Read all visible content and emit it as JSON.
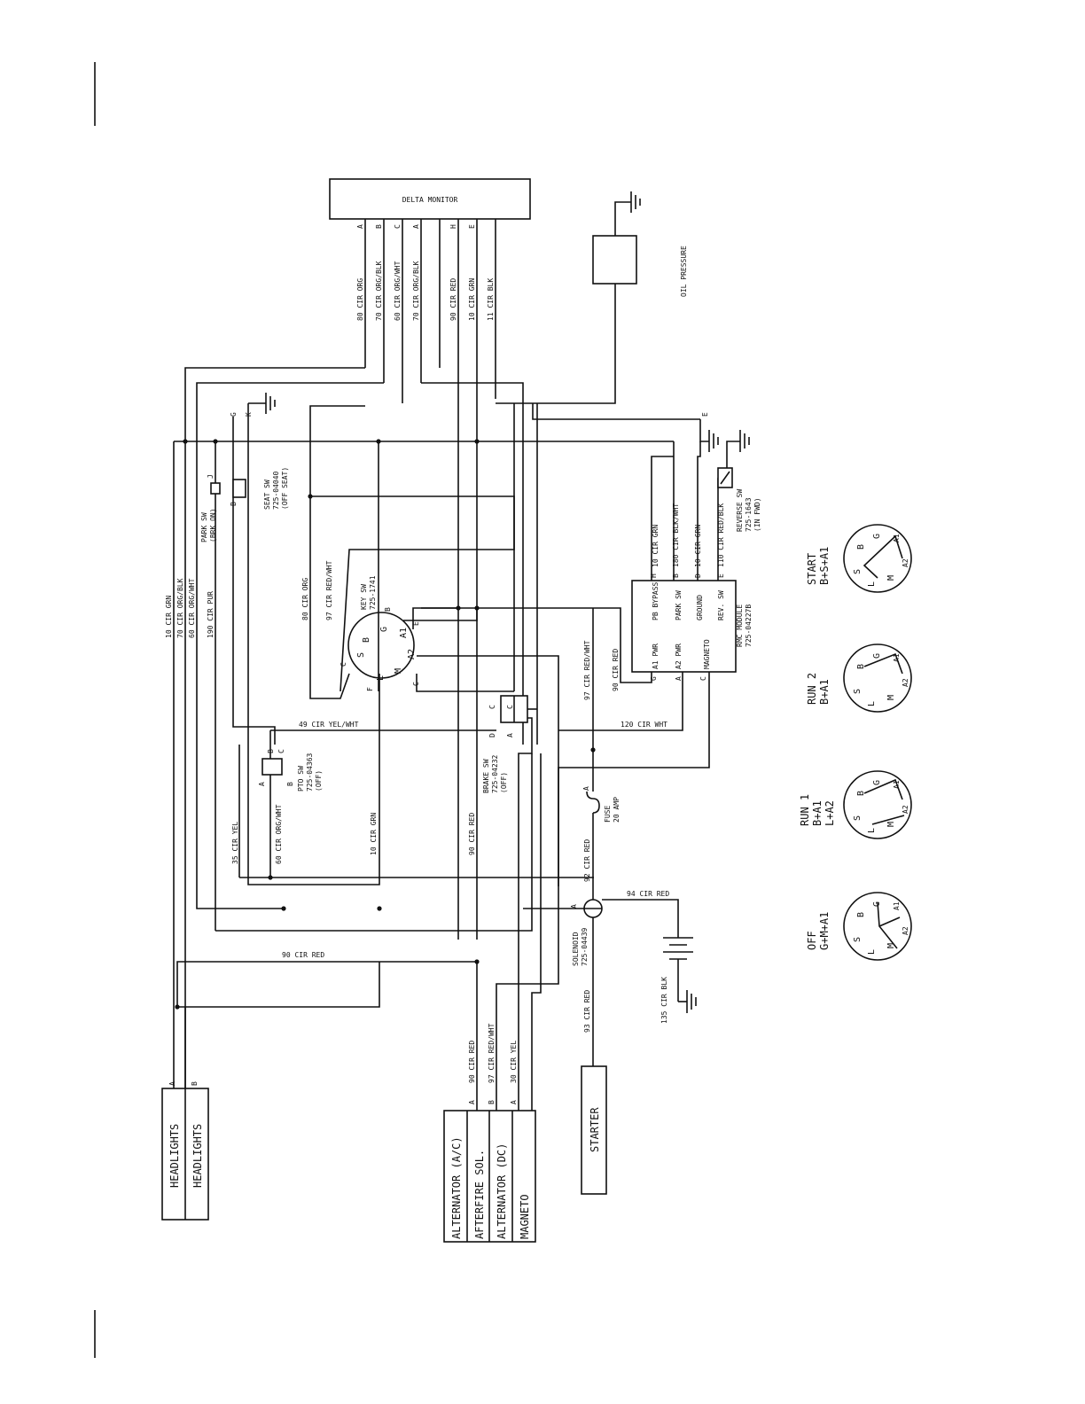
{
  "components": {
    "delta_monitor": "DELTA MONITOR",
    "oil_pressure": "OIL PRESSURE",
    "headlights_a": "HEADLIGHTS",
    "headlights_b": "HEADLIGHTS",
    "alternator_ac": "ALTERNATOR (A/C)",
    "afterfire_sol": "AFTERFIRE SOL.",
    "alternator_dc": "ALTERNATOR (DC)",
    "magneto": "MAGNETO",
    "starter": "STARTER",
    "key_sw": [
      "KEY SW",
      "725-1741"
    ],
    "seat_sw": [
      "SEAT SW",
      "725-04040",
      "(OFF SEAT)"
    ],
    "park_sw": [
      "PARK SW",
      "(BRK ON)"
    ],
    "pto_sw": [
      "PTO SW",
      "725-04363",
      "(OFF)"
    ],
    "brake_sw": [
      "BRAKE SW",
      "725-04232",
      "(OFF)"
    ],
    "reverse_sw": [
      "REVERSE SW",
      "725-1643",
      "(IN FWD)"
    ],
    "rmc_module": [
      "RMC MODULE",
      "725-04227B"
    ],
    "fuse": [
      "FUSE",
      "20 AMP"
    ],
    "solenoid": [
      "SOLENOID",
      "725-04439"
    ]
  },
  "rmc_pins": {
    "pb_bypass": "PB BYPASS",
    "park_sw": "PARK SW",
    "ground": "GROUND",
    "rev_sw": "REV. SW",
    "a1_pwr": "A1 PWR",
    "a2_pwr": "A2 PWR",
    "magneto": "MAGNETO"
  },
  "pins": {
    "dm": [
      "A",
      "B",
      "C",
      "A",
      "H",
      "E"
    ],
    "rmc_top": [
      "H",
      "B",
      "D",
      "E"
    ],
    "rmc_bot": [
      "G",
      "A",
      "C"
    ],
    "key": [
      "B",
      "G",
      "A1",
      "E",
      "A2",
      "C",
      "M",
      "L",
      "F",
      "S",
      "C"
    ],
    "headlights": [
      "A",
      "B"
    ],
    "alt": [
      "A",
      "B",
      "A"
    ],
    "misc": [
      "G",
      "K",
      "J",
      "B",
      "A",
      "B",
      "C",
      "C",
      "D",
      "A",
      "A",
      "E",
      "A"
    ]
  },
  "wires": {
    "w80org": "80 CIR ORG",
    "w70orgblk": "70 CIR ORG/BLK",
    "w60orgwht": "60 CIR ORG/WHT",
    "w70orgblk2": "70 CIR ORG/BLK",
    "w90red": "90 CIR RED",
    "w10grn": "10 CIR GRN",
    "w11blk": "11 CIR BLK",
    "l10grn": "10 CIR GRN",
    "l70orgblk": "70 CIR ORG/BLK",
    "l60orgwht": "60 CIR ORG/WHT",
    "l190pur": "190 CIR PUR",
    "l80org": "80 CIR ORG",
    "l97redwht": "97 CIR RED/WHT",
    "l49yelwht": "49 CIR YEL/WHT",
    "l35yel": "35 CIR YEL",
    "l60orgwht2": "60 CIR ORG/WHT",
    "l10grn2": "10 CIR GRN",
    "l90red2": "90 CIR RED",
    "l90red3": "90 CIR RED",
    "l97redwht2": "97 CIR RED/WHT",
    "l90red4": "90 CIR RED",
    "l120wht": "120 CIR WHT",
    "l92red": "92 CIR RED",
    "l94red": "94 CIR RED",
    "l93red": "93 CIR RED",
    "l135blk": "135 CIR BLK",
    "l90red5": "90 CIR RED",
    "l97redwht3": "97 CIR RED/WHT",
    "l30yel": "30 CIR YEL",
    "r10grn": "10 CIR GRN",
    "r180blkwht": "180 CIR BLK/WHT",
    "r10grn2": "10 CIR GRN",
    "r110redblk": "110 CIR RED/BLK"
  },
  "positions": [
    {
      "name": "START",
      "combo": "B+S+A1"
    },
    {
      "name": "RUN 2",
      "combo": "B+A1"
    },
    {
      "name": "RUN 1",
      "combo": "B+A1",
      "combo2": "L+A2"
    },
    {
      "name": "OFF",
      "combo": "G+M+A1"
    }
  ],
  "dial_letters": [
    "S",
    "B",
    "G",
    "A1",
    "A2",
    "M",
    "L"
  ]
}
